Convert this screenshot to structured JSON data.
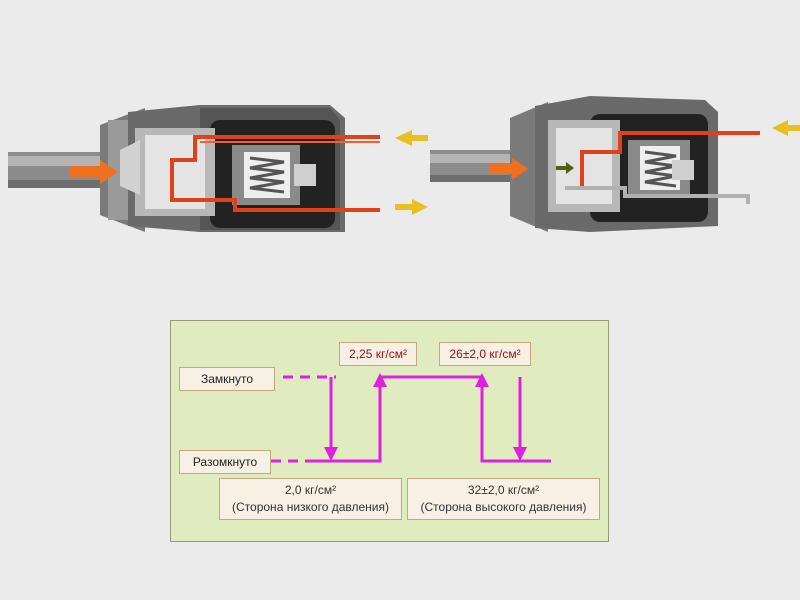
{
  "diagram": {
    "chart_panel": {
      "states": {
        "closed": "Замкнуто",
        "open": "Разомкнуто"
      },
      "thresholds": {
        "low_close": "2,25 кг/см²",
        "high_open": "26±2,0 кг/см²",
        "low_open_value": "2,0 кг/см²",
        "low_open_caption": "(Сторона низкого давления)",
        "high_close_value": "32±2,0 кг/см²",
        "high_close_caption": "(Сторона высокого давления)"
      }
    },
    "colors": {
      "background": "#ebebeb",
      "panel": "#e0ecc0",
      "trace": "#e020e0",
      "value_text": "#a01010",
      "refrigerant_path": "#e0401a",
      "flow_arrow_in": "#f07020",
      "flow_arrow_ext": "#e8c020"
    }
  }
}
